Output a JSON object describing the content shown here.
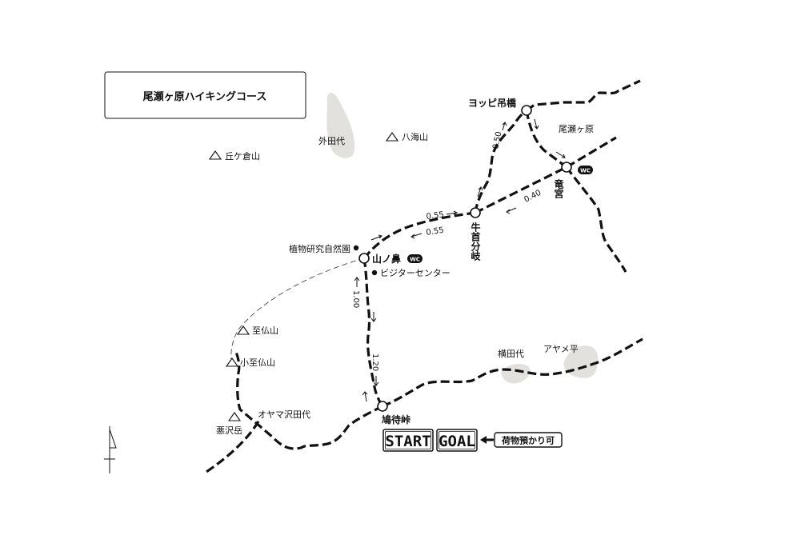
{
  "title": "尾瀬ヶ原ハイキングコース",
  "mountains": {
    "okakurayama": "丘ケ倉山",
    "hakkaisan": "八海山",
    "itarubotokesan": "至仏山",
    "koitarubotokesan": "小至仏山",
    "akuzawadake": "悪沢岳"
  },
  "places": {
    "sotodashiro": "外田代",
    "ozegahara": "尾瀬ヶ原",
    "yokotashiro": "横田代",
    "ayamedaira": "アヤメ平",
    "oyamasawadashiro": "オヤマ沢田代"
  },
  "facilities": {
    "botanical_garden": "植物研究自然園",
    "visitor_center": "ビジターセンター",
    "wc": "WC"
  },
  "junctions": {
    "yoppi_bridge": "ヨッピ吊橋",
    "ryugu": "竜宮",
    "ushikubi": "牛首分岐",
    "yamanohana": "山ノ鼻",
    "hatomachi": "鳩待峠"
  },
  "times": {
    "ushikubi_to_yoppi": "0.50",
    "ryugu_to_ushikubi": "0.40",
    "yamanohana_to_ushikubi": "0.55",
    "ushikubi_to_yamanohana": "0.55",
    "yamanohana_to_hatomachi": "1.00",
    "hatomachi_to_yamanohana": "1.20"
  },
  "start_label": "START",
  "goal_label": "GOAL",
  "luggage_label": "荷物預かり可"
}
